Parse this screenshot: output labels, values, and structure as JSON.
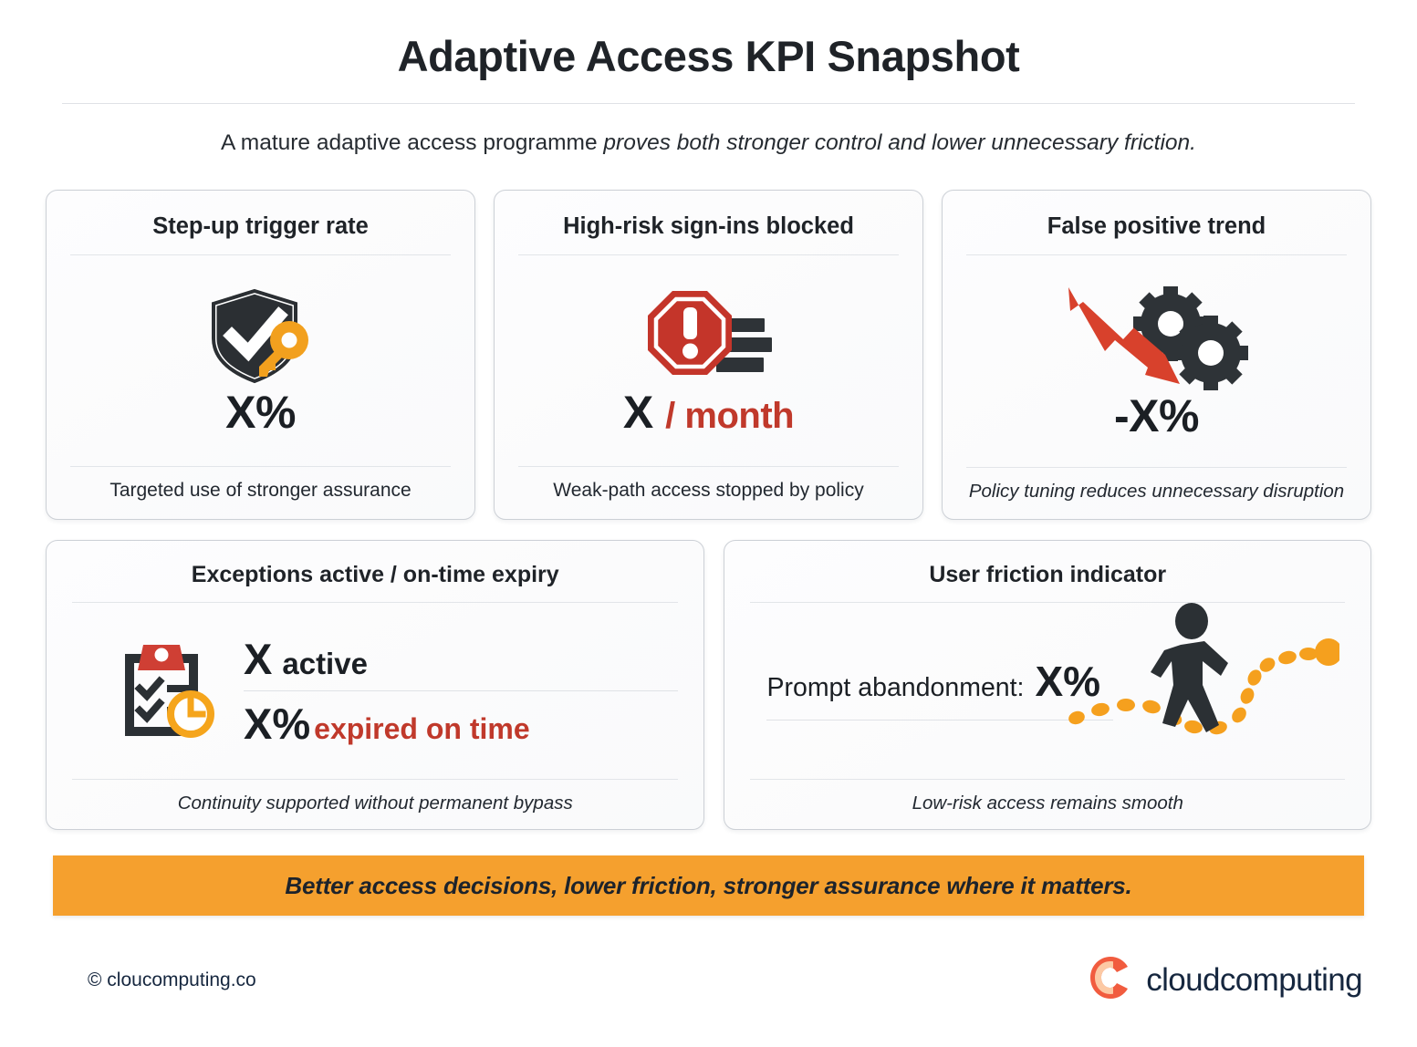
{
  "header": {
    "title": "Adaptive Access KPI Snapshot",
    "subtitle_plain": "A mature adaptive access programme ",
    "subtitle_em": "proves both stronger control and lower unnecessary friction."
  },
  "cards": [
    {
      "id": "step-up-trigger-rate",
      "title": "Step-up trigger rate",
      "icon": "shield-check-key-icon",
      "metric": "X%",
      "caption": "Targeted use of stronger assurance",
      "caption_style": "normal"
    },
    {
      "id": "high-risk-signins-blocked",
      "title": "High-risk sign-ins blocked",
      "icon": "stop-sign-alert-icon",
      "metric_value": "X",
      "metric_unit": "/ month",
      "caption": "Weak-path access stopped by policy",
      "caption_style": "normal"
    },
    {
      "id": "false-positive-trend",
      "title": "False positive trend",
      "icon": "down-arrow-gears-icon",
      "metric": "-X%",
      "caption": "Policy tuning reduces unnecessary disruption",
      "caption_style": "italic"
    }
  ],
  "exceptions_card": {
    "id": "exceptions-active-on-time-expiry",
    "title": "Exceptions active / on-time expiry",
    "icon": "clipboard-clock-icon",
    "row1_value": "X",
    "row1_label": "active",
    "row2_value": "X%",
    "row2_label": "expired on time",
    "caption": "Continuity supported without permanent bypass"
  },
  "friction_card": {
    "id": "user-friction-indicator",
    "title": "User friction indicator",
    "icon": "walking-person-path-icon",
    "label": "Prompt abandonment:",
    "value": "X%",
    "caption": "Low-risk access remains smooth"
  },
  "banner": {
    "text": "Better access decisions, lower friction, stronger assurance where it matters."
  },
  "footer": {
    "copyright": "© cloucomputing.co",
    "brand_name": "cloudcomputing"
  },
  "colors": {
    "accent_orange": "#f5a02e",
    "accent_red": "#c0392b",
    "dark": "#1b1f24",
    "brand_navy": "#16273f",
    "brand_coral": "#f15c3f",
    "brand_peach": "#fcc9a4",
    "card_border": "#ccd0d6"
  }
}
